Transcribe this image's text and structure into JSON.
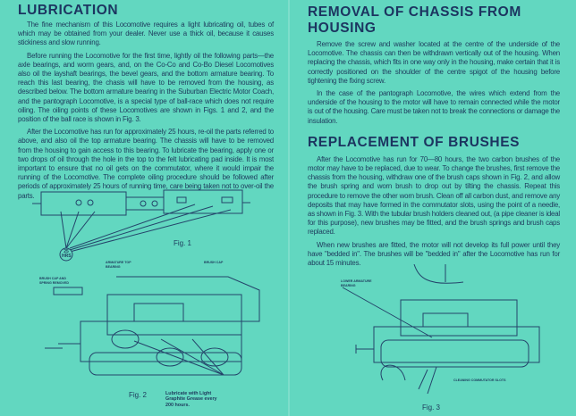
{
  "left": {
    "heading": "LUBRICATION",
    "paragraphs": [
      "The fine mechanism of this Locomotive requires a light lubricating oil, tubes of which may be obtained from your dealer. Never use a thick oil, because it causes stickiness and slow running.",
      "Before running the Locomotive for the first time, lightly oil the following parts—the axle bearings, and worm gears, and, on the Co-Co and Co-Bo Diesel Locomotives also oil the layshaft bearings, the bevel gears, and the bottom armature bearing. To reach this last bearing, the chasis will have to be removed from the housing, as described below. The bottom armature bearing in the Suburban Electric Motor Coach, and the pantograph Locomotive, is a special type of ball-race which does not require oiling. The oiling points of these Locomotives are shown in Figs. 1 and 2, and the position of the ball race is shown in Fig. 3.",
      "After the Locomotive has run for approximately 25 hours, re-oil the parts referred to above, and also oil the top armature bearing. The chassis will have to be removed from the housing to gain access to this bearing. To lubricate the bearing, apply one or two drops of oil through the hole in the top to the felt lubricating pad inside. It is most important to ensure that no oil gets on the commutator, where it would impair the running of the Locomotive. The complete oiling procedure should be followed after periods of approximately 25 hours of running time, care being taken not to over-oil the parts."
    ],
    "fig1": {
      "badge": "25 HRS",
      "caption": "Fig. 1"
    },
    "fig2": {
      "caption": "Fig. 2",
      "label_armature": "ARMATURE TOP BEARING",
      "label_brushcap": "BRUSH CAP",
      "label_removed": "BRUSH CAP AND SPRING REMOVED",
      "note": "Lubricate with Light Graphite Grease every 200 hours."
    }
  },
  "right": {
    "heading1": "REMOVAL OF CHASSIS FROM HOUSING",
    "paragraphs1": [
      "Remove the screw and washer located at the centre of the underside of the Locomotive. The chassis can then be withdrawn vertically out of the housing. When replacing the chassis, which fits in one way only in the housing, make certain that it is correctly positioned on the shoulder of the centre spigot of the housing before tightening the fixing screw.",
      "In the case of the pantograph Locomotive, the wires which extend from the underside of the housing to the motor will have to remain connected while the motor is out of the housing. Care must be taken not to break the connections or damage the insulation."
    ],
    "heading2": "REPLACEMENT OF BRUSHES",
    "paragraphs2": [
      "After the Locomotive has run for 70—80 hours, the two carbon brushes of the motor may have to be replaced, due to wear. To change the brushes, first remove the chassis from the housing, withdraw one of the brush caps shown in Fig. 2, and allow the brush spring and worn brush to drop out by tilting the chassis. Repeat this procedure to remove the other worn brush. Clean off all carbon dust, and remove any deposits that may have formed in the commutator slots, using the point of a needle, as shown in Fig. 3. With the tubular brush holders cleaned out, (a pipe cleaner is ideal for this purpose), new brushes may be fitted, and the brush springs and brush caps replaced.",
      "When new brushes are fitted, the motor will not develop its full power until they have \"bedded in\". The brushes will be \"bedded in\" after the Locomotive has run for about 15 minutes."
    ],
    "fig3": {
      "caption": "Fig. 3",
      "label_bearing": "LOWER ARMATURE BEARING",
      "label_cleaning": "CLEANING COMMUTATOR SLOTS"
    }
  }
}
